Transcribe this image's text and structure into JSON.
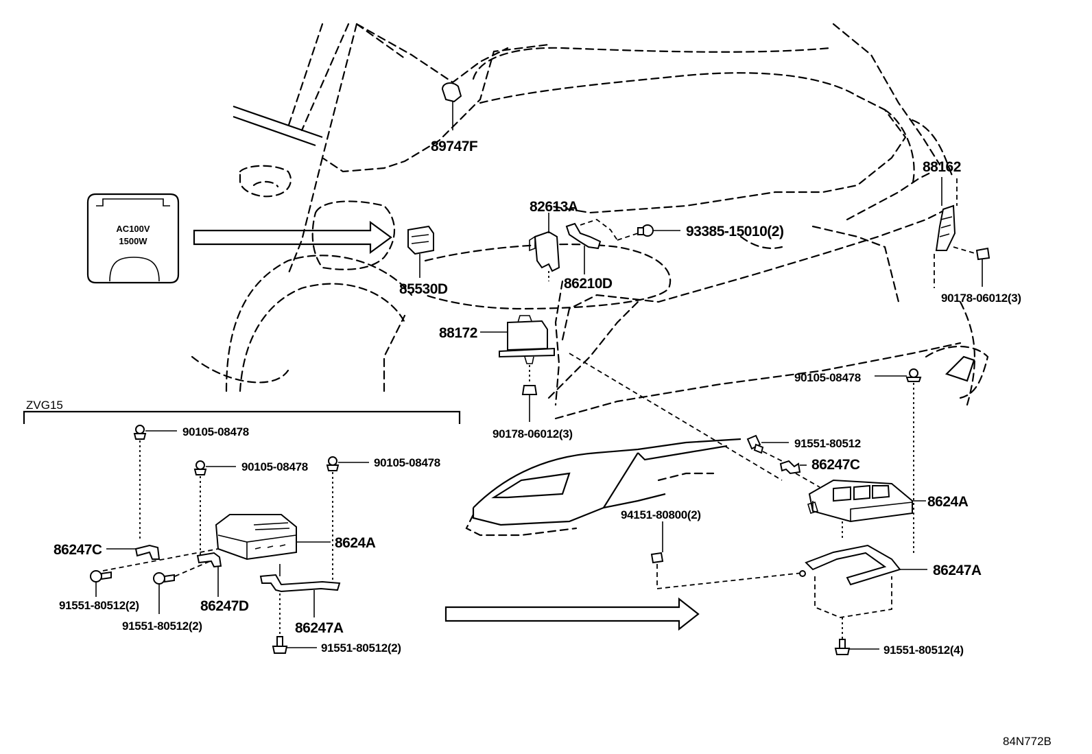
{
  "diagram": {
    "ref_code": "84N772B",
    "zvg_label": "ZVG15",
    "outlet_label_line1": "AC100V",
    "outlet_label_line2": "1500W",
    "parts": {
      "p89747F": "89747F",
      "p82613A": "82613A",
      "p93385": "93385-15010(2)",
      "p85530D": "85530D",
      "p86210D": "86210D",
      "p88172": "88172",
      "p88162": "88162",
      "p90178_r": "90178-06012(3)",
      "p90178_c": "90178-06012(3)",
      "p90105_r": "90105-08478",
      "p91551_r": "91551-80512",
      "p86247C_r": "86247C",
      "p8624A_r": "8624A",
      "p94151": "94151-80800(2)",
      "p86247A_r": "86247A",
      "p91551_r4": "91551-80512(4)",
      "p90105_l1": "90105-08478",
      "p90105_l2": "90105-08478",
      "p90105_l3": "90105-08478",
      "p8624A_l": "8624A",
      "p86247C_l": "86247C",
      "p91551_l1": "91551-80512(2)",
      "p91551_l2": "91551-80512(2)",
      "p86247D_l": "86247D",
      "p86247A_l": "86247A",
      "p91551_l3": "91551-80512(2)"
    }
  }
}
